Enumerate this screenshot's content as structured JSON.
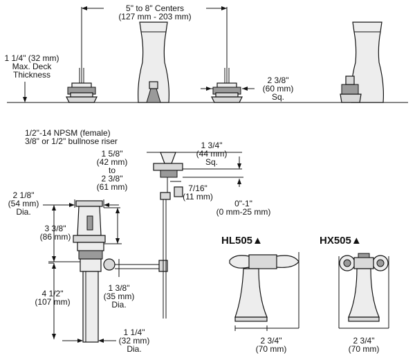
{
  "centers": {
    "line1": "5\" to 8\" Centers",
    "line2": "(127 mm - 203 mm)"
  },
  "deck": {
    "line1": "1 1/4\" (32 mm)",
    "line2": "Max. Deck",
    "line3": "Thickness"
  },
  "sq_60": {
    "line1": "2 3/8\"",
    "line2": "(60 mm)",
    "line3": "Sq."
  },
  "npsm": {
    "line1": "1/2\"-14 NPSM (female)",
    "line2": "3/8\" or 1/2\" bullnose riser"
  },
  "h_42_61": {
    "line1": "1 5/8\"",
    "line2": "(42 mm)",
    "line3": "to",
    "line4": "2 3/8\"",
    "line5": "(61 mm)"
  },
  "sq_44": {
    "line1": "1 3/4\"",
    "line2": "(44 mm)",
    "line3": "Sq."
  },
  "dim_11": {
    "line1": "7/16\"",
    "line2": "(11 mm)"
  },
  "dim_0_25": {
    "line1": "0\"-1\"",
    "line2": "(0 mm-25 mm)"
  },
  "dia_54": {
    "line1": "2 1/8\"",
    "line2": "(54 mm)",
    "line3": "Dia."
  },
  "h_86": {
    "line1": "3 3/8\"",
    "line2": "(86 mm)"
  },
  "dia_35": {
    "line1": "1 3/8\"",
    "line2": "(35 mm)",
    "line3": "Dia."
  },
  "h_107": {
    "line1": "4 1/2\"",
    "line2": "(107 mm)"
  },
  "dia_32": {
    "line1": "1 1/4\"",
    "line2": "(32 mm)",
    "line3": "Dia."
  },
  "hl505": {
    "label": "HL505▲",
    "dim1": "2 3/4\"",
    "dim2": "(70 mm)"
  },
  "hx505": {
    "label": "HX505▲",
    "dim1": "2 3/4\"",
    "dim2": "(70 mm)"
  }
}
